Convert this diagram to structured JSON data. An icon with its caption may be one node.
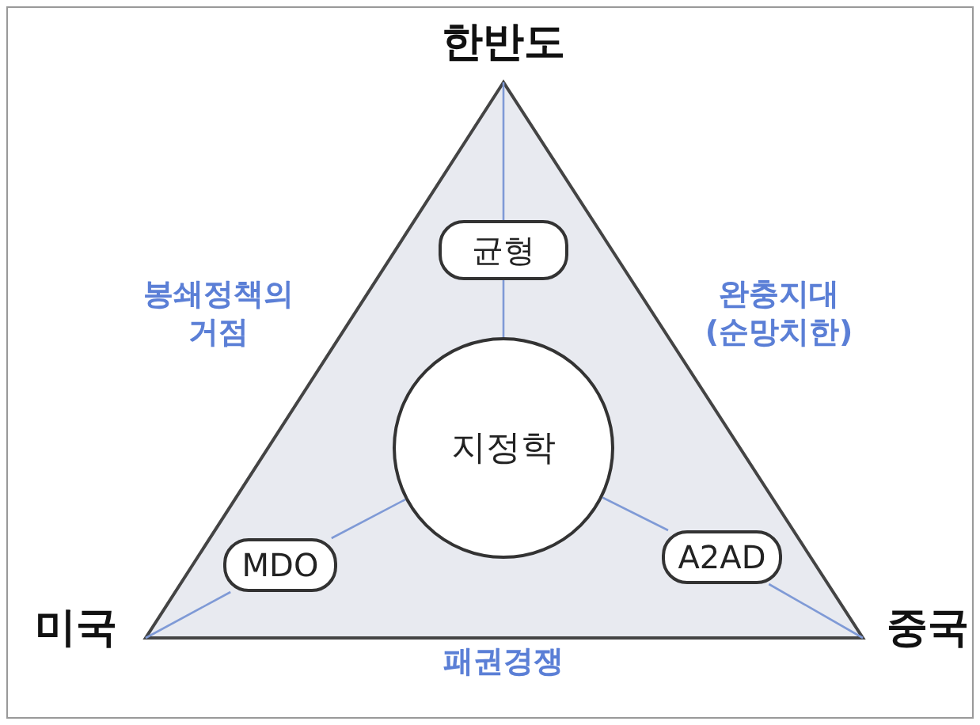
{
  "diagram": {
    "nodes": [
      {
        "text": [
          "한반도"
        ]
      },
      {
        "text": [],
        "shape": "triangle"
      },
      {
        "text": [
          "균형"
        ],
        "in": 1
      },
      {
        "text": [
          "지정학"
        ],
        "in": 1
      },
      {
        "text": [
          "MDO"
        ],
        "in": 1
      },
      {
        "text": [
          "A2AD"
        ],
        "in": 1
      },
      {
        "text": [
          "미국"
        ]
      },
      {
        "text": [
          "중국"
        ]
      }
    ],
    "edges": [
      {
        "from": 3,
        "to": 2,
        "arrow": "none"
      },
      {
        "from": 2,
        "to": 0,
        "arrow": "none"
      },
      {
        "from": 3,
        "to": 4,
        "arrow": "none"
      },
      {
        "from": 4,
        "to": 6,
        "arrow": "none"
      },
      {
        "from": 3,
        "to": 5,
        "arrow": "none"
      },
      {
        "from": 5,
        "to": 7,
        "arrow": "none"
      }
    ],
    "labels": [
      "봉쇄정책의 거점",
      "완충지대 (순망치한)",
      "패권경쟁"
    ]
  }
}
